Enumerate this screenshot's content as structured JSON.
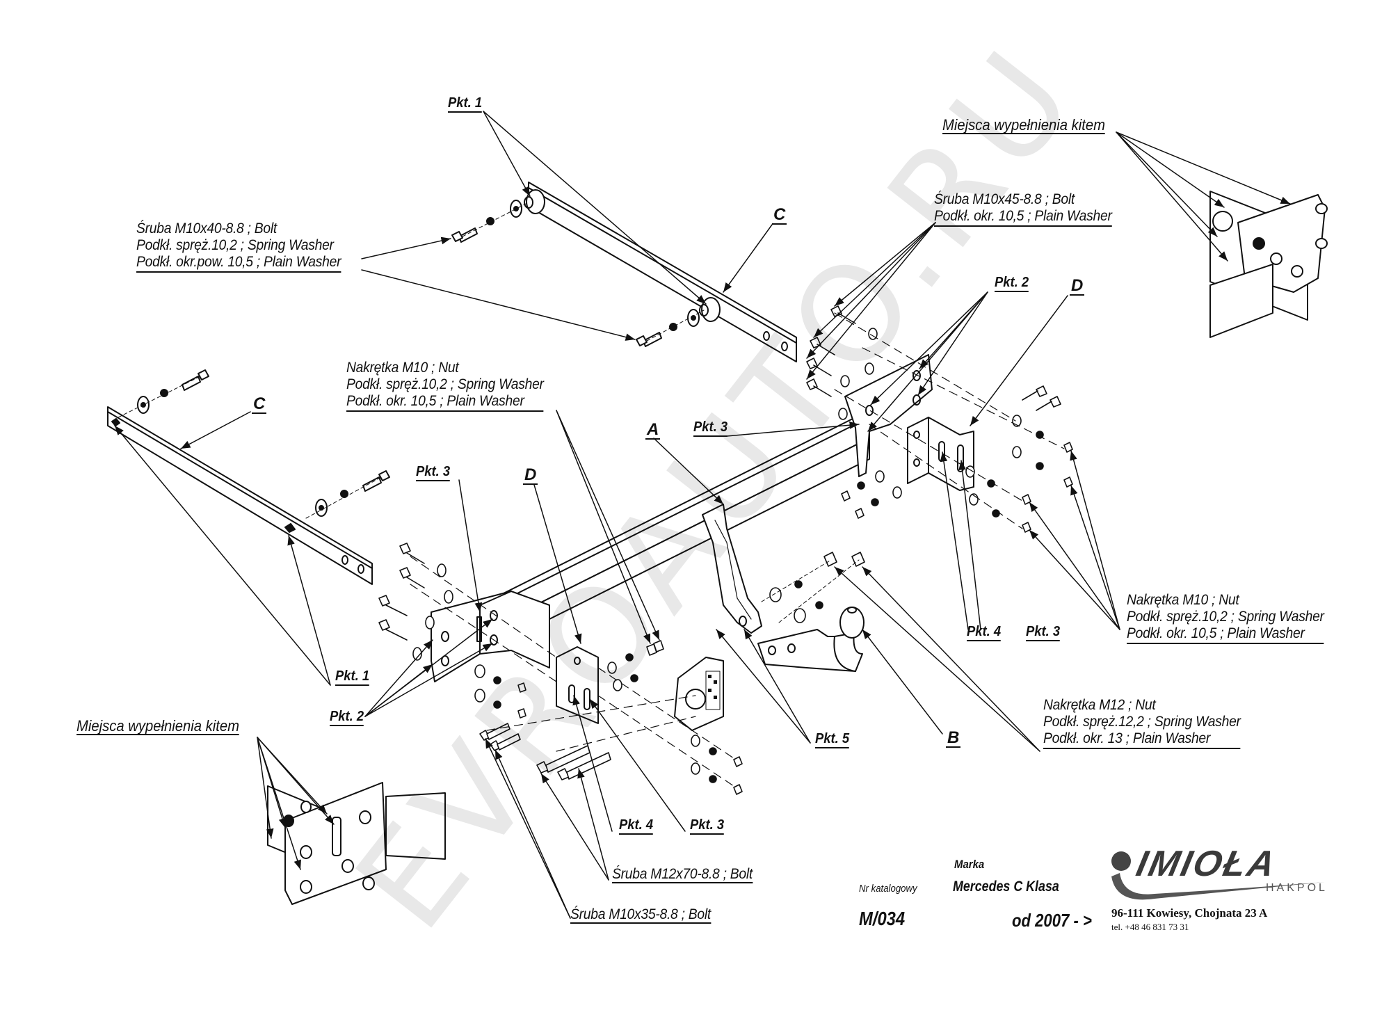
{
  "document": {
    "type": "tow bar exploded assembly drawing",
    "watermark": "EVROAUTO.RU"
  },
  "callouts": {
    "bolt_m10x40_group": [
      "Śruba M10x40-8.8 ;  Bolt",
      "Podkł. spręż.10,2 ; Spring Washer",
      "Podkł. okr.pow. 10,5 ; Plain Washer"
    ],
    "bolt_m10x45_group": [
      "Śruba M10x45-8.8 ;  Bolt",
      "Podkł. okr. 10,5 ; Plain Washer"
    ],
    "nut_m10_group_left": [
      "Nakrętka  M10 ; Nut",
      "Podkł. spręż.10,2 ; Spring Washer",
      "Podkł. okr. 10,5 ; Plain Washer"
    ],
    "nut_m10_group_right": [
      "Nakrętka  M10 ; Nut",
      "Podkł. spręż.10,2 ; Spring Washer",
      "Podkł. okr. 10,5 ; Plain Washer"
    ],
    "nut_m12_group": [
      "Nakrętka  M12 ; Nut",
      "Podkł. spręż.12,2 ; Spring Washer",
      "Podkł. okr. 13 ; Plain Washer"
    ],
    "bolt_m12x70": "Śruba M12x70-8.8 ;  Bolt",
    "bolt_m10x35": "Śruba M10x35-8.8 ;  Bolt",
    "kit_fill_top": "Miejsca wypełnienia kitem",
    "kit_fill_bottom": "Miejsca wypełnienia kitem"
  },
  "points": {
    "pkt1_top": "Pkt. 1",
    "pkt1_left": "Pkt. 1",
    "pkt2_top": "Pkt. 2",
    "pkt2_left": "Pkt. 2",
    "pkt3_center": "Pkt. 3",
    "pkt3_left": "Pkt. 3",
    "pkt3_right": "Pkt. 3",
    "pkt3_bottom": "Pkt. 3",
    "pkt4_right": "Pkt. 4",
    "pkt4_bottom": "Pkt. 4",
    "pkt5": "Pkt. 5"
  },
  "parts": {
    "A": "A",
    "B": "B",
    "C_top": "C",
    "C_left": "C",
    "D_left": "D",
    "D_right": "D"
  },
  "title_block": {
    "catalog_label": "Nr katalogowy",
    "catalog_number": "M/034",
    "brand_label": "Marka",
    "model": "Mercedes C Klasa",
    "year": "od 2007 - >",
    "company_logo": "IMIOŁA",
    "company_sub": "HAKPOL",
    "address": "96-111 Kowiesy, Chojnata 23 A",
    "phone": "tel. +48 46 831 73 31"
  }
}
